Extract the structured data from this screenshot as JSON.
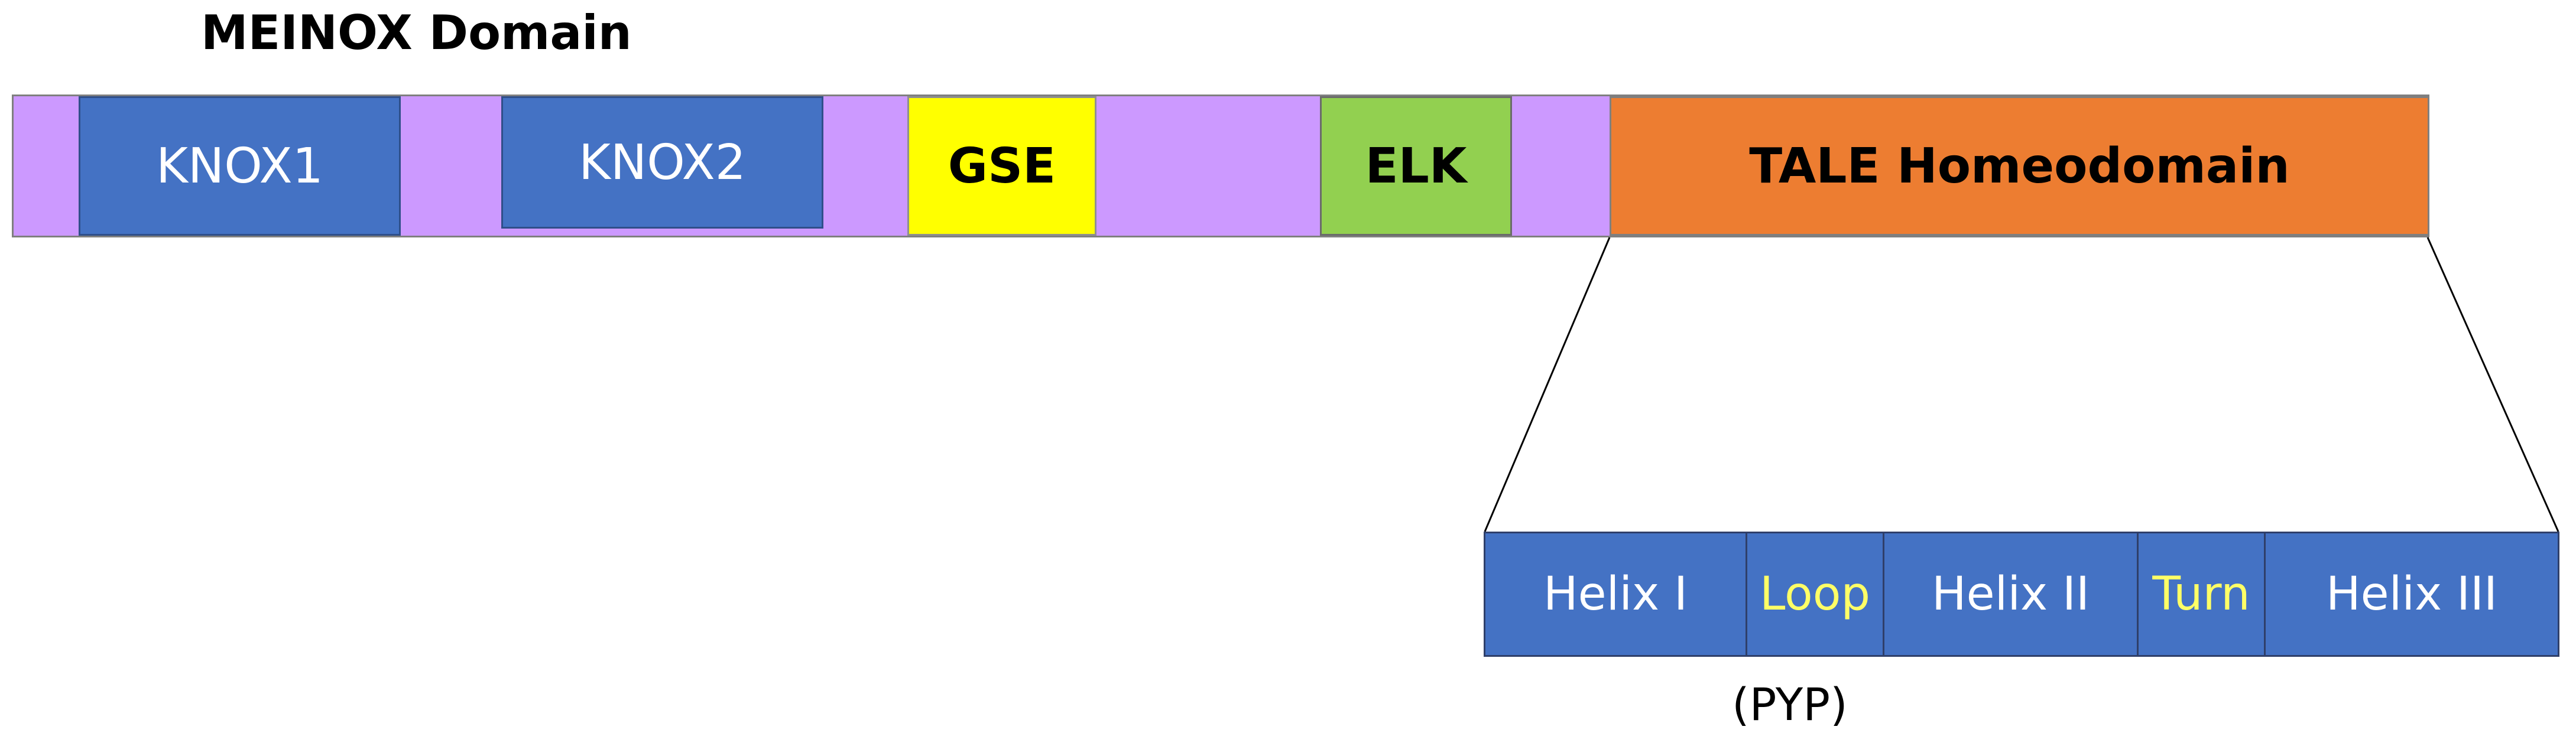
{
  "title": "MEINOX Domain",
  "domains": {
    "knox1": "KNOX1",
    "knox2": "KNOX2",
    "gse": "GSE",
    "elk": "ELK",
    "tale": "TALE Homeodomain"
  },
  "homeodomain_parts": {
    "helix1": "Helix I",
    "loop": "Loop",
    "helix2": "Helix II",
    "turn": "Turn",
    "helix3": "Helix III"
  },
  "loop_note": "(PYP)",
  "colors": {
    "linker": "#cc99ff",
    "knox": "#4472c4",
    "gse": "#ffff00",
    "elk": "#92d050",
    "tale": "#ed7d31",
    "helix": "#4472c4",
    "loop_turn_text": "#ffff66"
  }
}
